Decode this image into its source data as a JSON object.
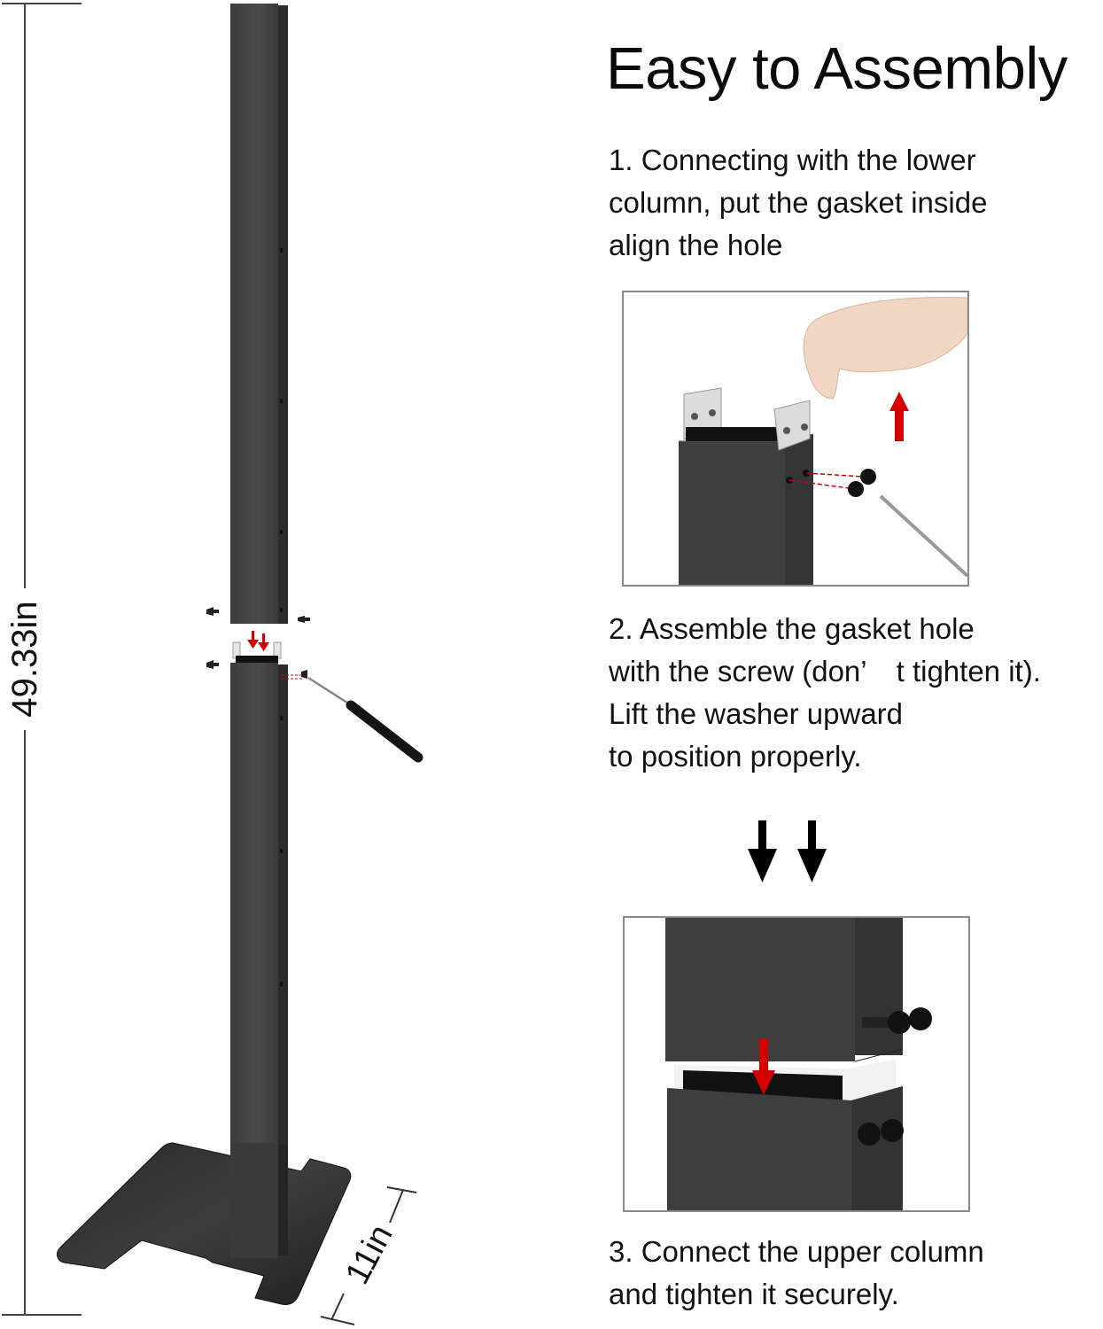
{
  "title": "Easy to Assembly",
  "steps": [
    {
      "number": "1.",
      "text": "1. Connecting with the lower\ncolumn, put the gasket inside\nalign the hole",
      "illustration": "gasket-lift-illustration"
    },
    {
      "number": "2.",
      "text": "2. Assemble the gasket hole\nwith the screw (don’ t tighten it).\nLift the washer upward\nto position properly.",
      "illustration": null
    },
    {
      "number": "3.",
      "text": "3. Connect the upper column\nand tighten it securely.",
      "illustration": "column-connect-illustration"
    }
  ],
  "dimensions": {
    "height": "49.33in",
    "base_width": "11in"
  },
  "icons": {
    "step_arrows": "double-down-arrow-icon",
    "lift_arrow": "up-arrow-icon",
    "insert_arrow": "down-arrow-icon"
  },
  "colors": {
    "column": "#3a3a3a",
    "column_side": "#2a2a2a",
    "accent_arrow": "#d40000",
    "panel_border": "#8a8a8a",
    "text": "#111111"
  }
}
